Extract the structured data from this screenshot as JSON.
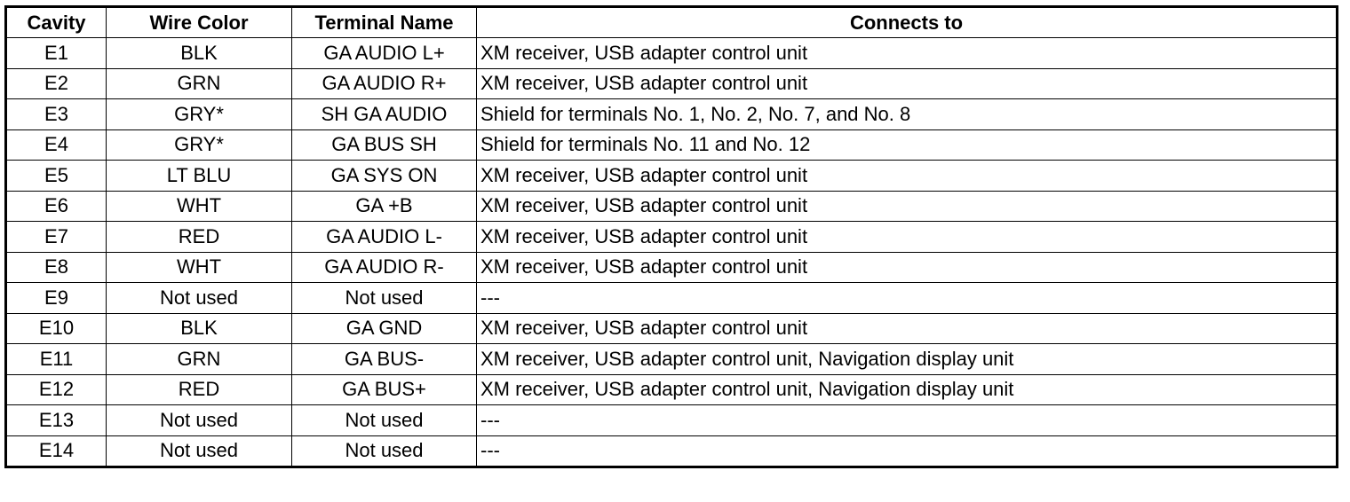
{
  "table": {
    "headers": {
      "cavity": "Cavity",
      "wire_color": "Wire Color",
      "terminal_name": "Terminal Name",
      "connects_to": "Connects to"
    },
    "rows": [
      {
        "cavity": "E1",
        "wire_color": "BLK",
        "terminal_name": "GA AUDIO L+",
        "connects_to": "XM receiver, USB adapter control unit"
      },
      {
        "cavity": "E2",
        "wire_color": "GRN",
        "terminal_name": "GA AUDIO R+",
        "connects_to": "XM receiver, USB adapter control unit"
      },
      {
        "cavity": "E3",
        "wire_color": "GRY*",
        "terminal_name": "SH GA AUDIO",
        "connects_to": "Shield for terminals No. 1, No. 2, No. 7, and No. 8"
      },
      {
        "cavity": "E4",
        "wire_color": "GRY*",
        "terminal_name": "GA BUS SH",
        "connects_to": "Shield for terminals No. 11 and No. 12"
      },
      {
        "cavity": "E5",
        "wire_color": "LT BLU",
        "terminal_name": "GA SYS ON",
        "connects_to": "XM receiver, USB adapter control unit"
      },
      {
        "cavity": "E6",
        "wire_color": "WHT",
        "terminal_name": "GA +B",
        "connects_to": "XM receiver, USB adapter control unit"
      },
      {
        "cavity": "E7",
        "wire_color": "RED",
        "terminal_name": "GA AUDIO L-",
        "connects_to": "XM receiver, USB adapter control unit"
      },
      {
        "cavity": "E8",
        "wire_color": "WHT",
        "terminal_name": "GA AUDIO R-",
        "connects_to": "XM receiver, USB adapter control unit"
      },
      {
        "cavity": "E9",
        "wire_color": "Not used",
        "terminal_name": "Not used",
        "connects_to": "---"
      },
      {
        "cavity": "E10",
        "wire_color": "BLK",
        "terminal_name": "GA GND",
        "connects_to": "XM receiver, USB adapter control unit"
      },
      {
        "cavity": "E11",
        "wire_color": "GRN",
        "terminal_name": "GA BUS-",
        "connects_to": "XM receiver, USB adapter control unit, Navigation display unit"
      },
      {
        "cavity": "E12",
        "wire_color": "RED",
        "terminal_name": "GA BUS+",
        "connects_to": "XM receiver, USB adapter control unit, Navigation display unit"
      },
      {
        "cavity": "E13",
        "wire_color": "Not used",
        "terminal_name": "Not used",
        "connects_to": "---"
      },
      {
        "cavity": "E14",
        "wire_color": "Not used",
        "terminal_name": "Not used",
        "connects_to": "---"
      }
    ]
  }
}
